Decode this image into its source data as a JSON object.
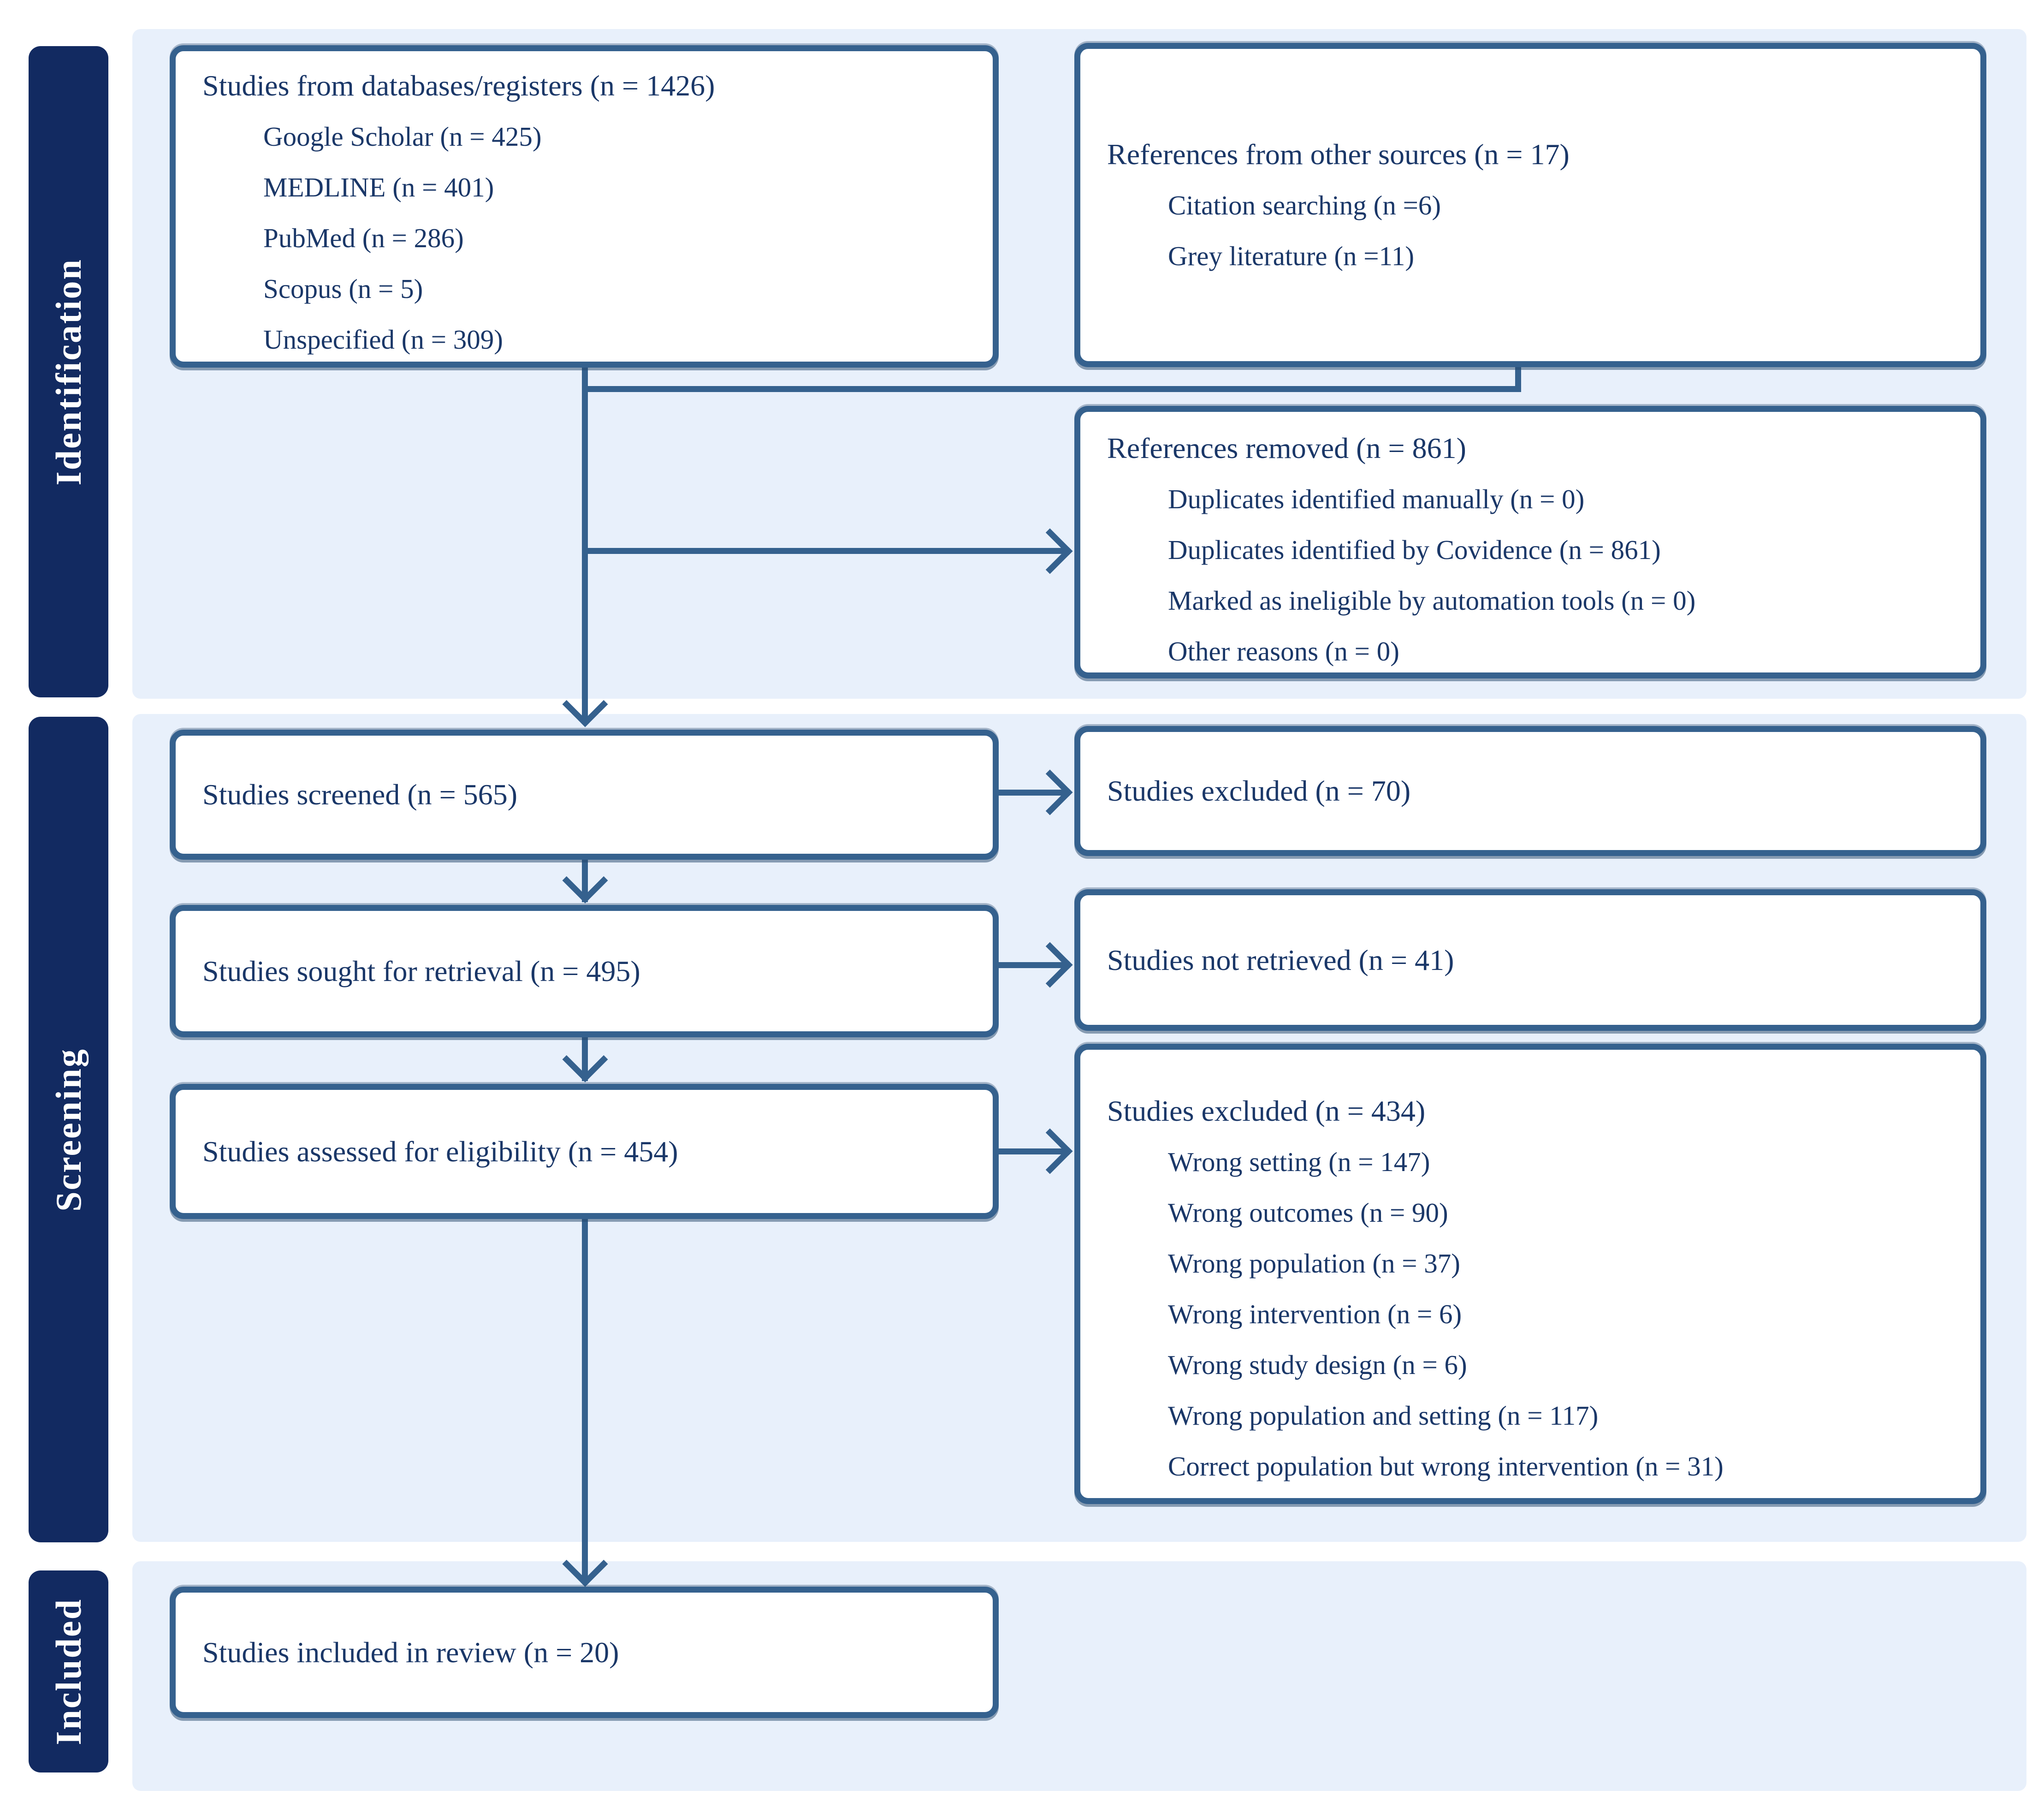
{
  "palette": {
    "sidebar_navy": "#122a61",
    "steel_blue": "#35618e",
    "panel_light_blue": "#e8f0fb",
    "text_navy": "#1a3768",
    "box_background": "#ffffff"
  },
  "sidebar": [
    {
      "label": "Identification"
    },
    {
      "label": "Screening"
    },
    {
      "label": "Included"
    }
  ],
  "boxes": {
    "databases": {
      "title": "Studies from databases/registers (n = 1426)",
      "items": [
        "Google Scholar (n = 425)",
        "MEDLINE (n = 401)",
        "PubMed (n = 286)",
        "Scopus (n = 5)",
        "Unspecified (n = 309)"
      ]
    },
    "other_sources": {
      "title": "References from other sources (n = 17)",
      "items": [
        "Citation searching (n =6)",
        "Grey literature (n =11)"
      ]
    },
    "references_removed": {
      "title": "References removed (n = 861)",
      "items": [
        "Duplicates identified manually (n = 0)",
        "Duplicates identified by Covidence (n = 861)",
        "Marked as ineligible by automation tools (n = 0)",
        "Other reasons (n = 0)"
      ]
    },
    "screened": {
      "title": "Studies screened (n = 565)"
    },
    "excluded_screening": {
      "title": "Studies excluded (n = 70)"
    },
    "sought": {
      "title": "Studies sought for retrieval (n = 495)"
    },
    "not_retrieved": {
      "title": "Studies not retrieved (n = 41)"
    },
    "assessed": {
      "title": "Studies assessed for eligibility (n = 454)"
    },
    "excluded_eligibility": {
      "title": "Studies excluded (n = 434)",
      "items": [
        "Wrong setting (n = 147)",
        "Wrong outcomes (n = 90)",
        "Wrong population (n = 37)",
        "Wrong intervention (n = 6)",
        "Wrong study design (n = 6)",
        "Wrong population and setting (n = 117)",
        "Correct population but wrong intervention (n = 31)"
      ]
    },
    "included_review": {
      "title": "Studies included in review (n = 20)"
    }
  }
}
